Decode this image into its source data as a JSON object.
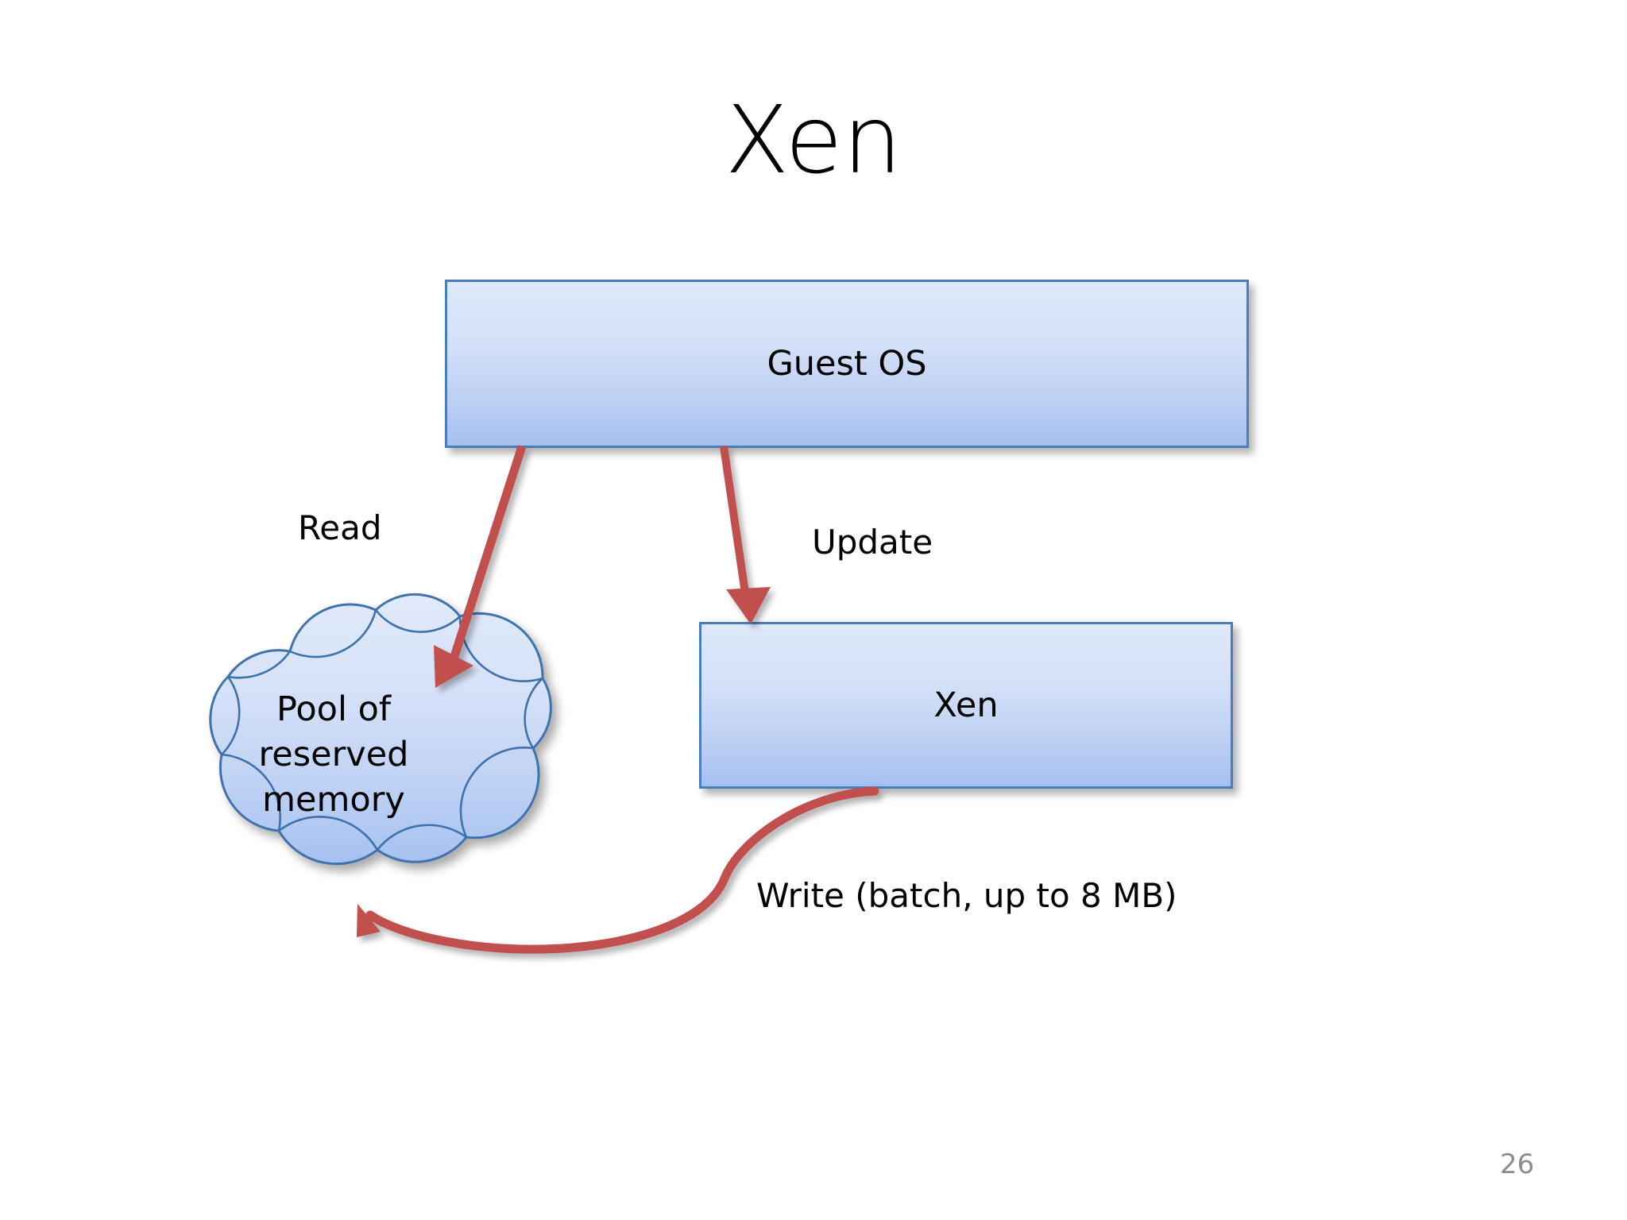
{
  "slide": {
    "title": "Xen",
    "page_number": "26",
    "background_color": "#ffffff"
  },
  "theme": {
    "shape_fill_top": "#dfe8fa",
    "shape_fill_bottom": "#a5c0ef",
    "shape_border": "#4a7ebb",
    "arrow_color": "#c0504d",
    "text_color": "#000000",
    "page_number_color": "#8d8d91"
  },
  "nodes": {
    "guest_os": {
      "label": "Guest OS",
      "shape": "rectangle"
    },
    "xen": {
      "label": "Xen",
      "shape": "rectangle"
    },
    "memory_pool": {
      "label": "Pool of\nreserved\nmemory",
      "label_lines": [
        "Pool of",
        "reserved",
        "memory"
      ],
      "shape": "cloud"
    }
  },
  "edges": [
    {
      "id": "read",
      "label": "Read",
      "from": "guest_os",
      "to": "memory_pool",
      "style": "straight-arrow"
    },
    {
      "id": "update",
      "label": "Update",
      "from": "guest_os",
      "to": "xen",
      "style": "straight-arrow"
    },
    {
      "id": "write",
      "label": "Write (batch, up to 8 MB)",
      "from": "xen",
      "to": "memory_pool",
      "style": "curved-arrow"
    }
  ]
}
